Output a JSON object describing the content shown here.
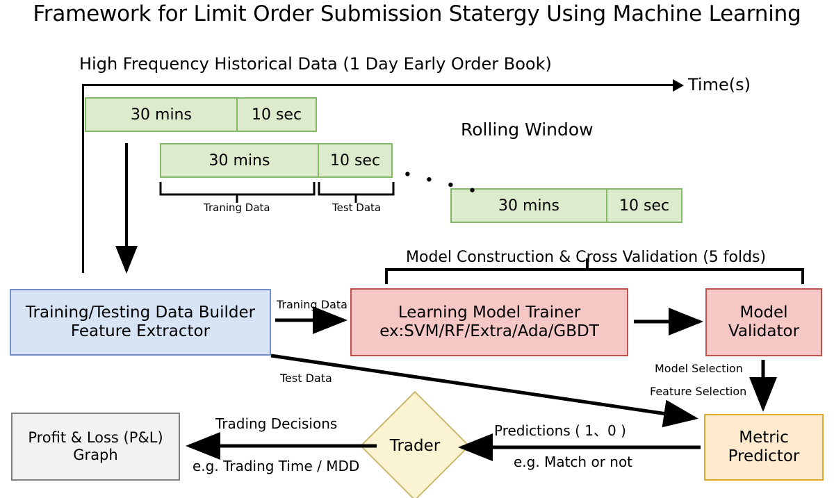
{
  "title": "Framework for Limit Order Submission Statergy Using Machine Learning",
  "timeline": {
    "data_source_label": "High Frequency Historical Data (1 Day Early Order Book)",
    "axis_label": "Time(s)",
    "rolling_window_label": "Rolling Window",
    "ellipsis": "• • • •",
    "windows": [
      {
        "train_segment": "30 mins",
        "test_segment": "10 sec"
      },
      {
        "train_segment": "30 mins",
        "test_segment": "10 sec"
      },
      {
        "train_segment": "30 mins",
        "test_segment": "10 sec"
      }
    ],
    "brackets": [
      {
        "label": "Traning Data"
      },
      {
        "label": "Test Data"
      }
    ]
  },
  "pipeline": {
    "cross_validation_label": "Model Construction & Cross Validation (5 folds)",
    "data_builder": {
      "line1": "Training/Testing Data Builder",
      "line2": "Feature Extractor"
    },
    "model_trainer": {
      "line1": "Learning Model Trainer",
      "line2": "ex:SVM/RF/Extra/Ada/GBDT"
    },
    "model_validator": {
      "line1": "Model",
      "line2": "Validator"
    },
    "metric_predictor": {
      "line1": "Metric",
      "line2": "Predictor"
    },
    "trader": {
      "label": "Trader"
    },
    "pnl_graph": {
      "line1": "Profit & Loss (P&L)",
      "line2": "Graph"
    }
  },
  "edge_labels": {
    "training_data": "Traning Data",
    "test_data": "Test Data",
    "model_selection": "Model Selection",
    "feature_selection": "Feature Selection",
    "predictions": "Predictions ( 1、0 )",
    "match_or_not": "e.g. Match or not",
    "trading_decisions": "Trading Decisions",
    "trading_time_mdd": "e.g. Trading Time / MDD"
  },
  "colors": {
    "green_fill": "#dcebcc",
    "green_border": "#82b866",
    "blue_fill": "#d7e4f6",
    "blue_border": "#7290c6",
    "red_fill": "#f5c7c5",
    "red_border": "#c0504d",
    "orange_fill": "#fdeacf",
    "orange_border": "#e0a72a",
    "gray_fill": "#f2f2f2",
    "gray_border": "#808080",
    "diamond_fill": "#fbf4d2",
    "diamond_border": "#cbb873",
    "line": "#000000"
  }
}
